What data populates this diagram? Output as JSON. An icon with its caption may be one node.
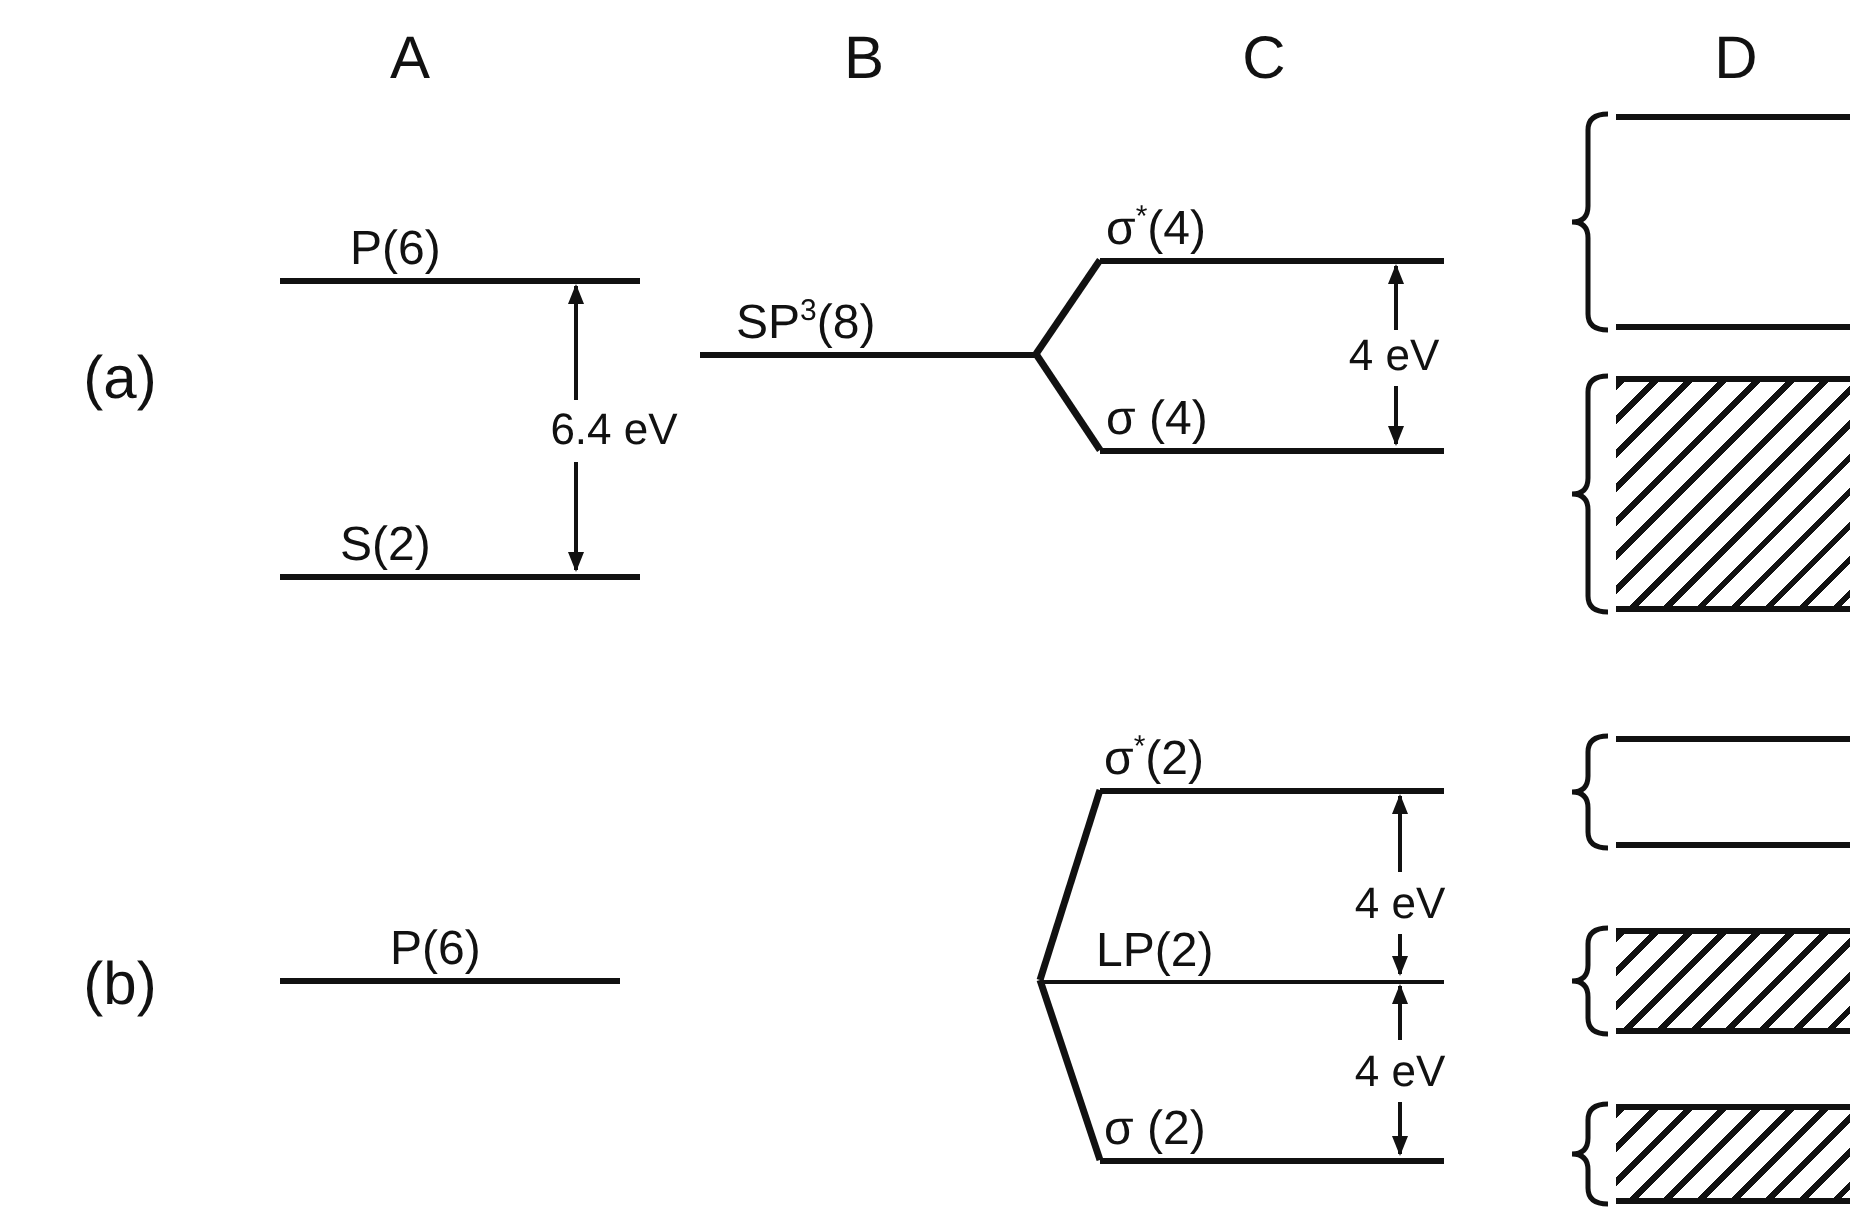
{
  "diagram": {
    "nodes": [
      {
        "text": [
          "P(6)"
        ]
      },
      {
        "text": [
          "S(2)"
        ]
      },
      {
        "text": [
          "SP$^{3}$(8)"
        ]
      },
      {
        "text": [
          "σ$^{*}$(4)"
        ]
      },
      {
        "text": [
          "σ (4)"
        ]
      },
      {
        "text": [],
        "shape": "bar"
      },
      {
        "text": [],
        "shape": "bar"
      },
      {
        "text": [
          "σ$^{*}$(2)"
        ]
      },
      {
        "text": [
          "P(6)"
        ]
      },
      {
        "text": [
          "LP(2)"
        ]
      },
      {
        "text": [
          "σ (2)"
        ]
      },
      {
        "text": [],
        "shape": "bar"
      },
      {
        "text": [],
        "shape": "bar"
      },
      {
        "text": [],
        "shape": "bar"
      }
    ],
    "edges": [
      {
        "from": 2,
        "to": 3,
        "arrow": "none"
      },
      {
        "from": 2,
        "to": 4,
        "arrow": "none"
      },
      {
        "from": 9,
        "to": 7,
        "arrow": "none"
      },
      {
        "from": 9,
        "to": 10,
        "arrow": "none"
      }
    ],
    "labels": [
      "A",
      "B",
      "C",
      "D",
      "(a)",
      "(b)",
      "6.4 eV",
      "4 eV",
      "4 eV",
      "4 eV"
    ]
  }
}
